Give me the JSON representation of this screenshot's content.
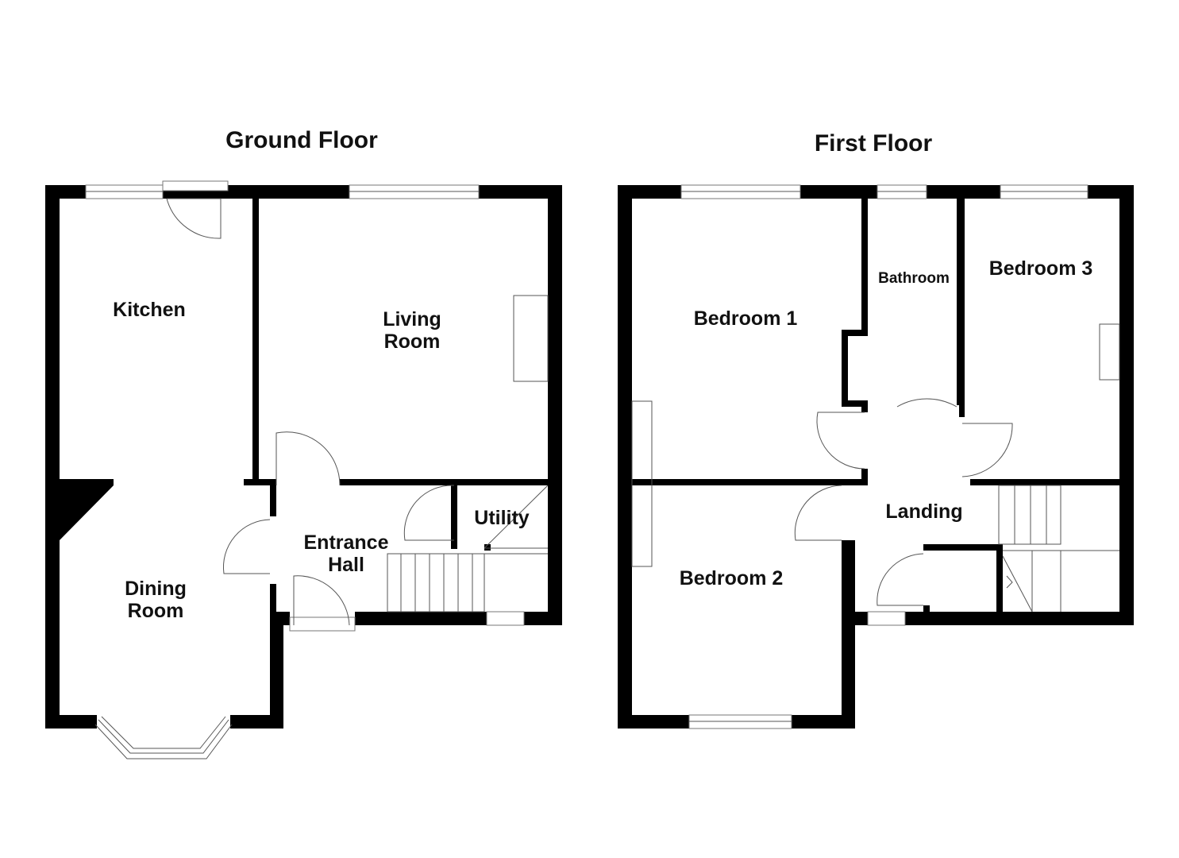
{
  "ground_floor": {
    "title": "Ground Floor",
    "rooms": {
      "kitchen": "Kitchen",
      "living_1": "Living",
      "living_2": "Room",
      "dining_1": "Dining",
      "dining_2": "Room",
      "hall_1": "Entrance",
      "hall_2": "Hall",
      "utility": "Utility"
    }
  },
  "first_floor": {
    "title": "First Floor",
    "rooms": {
      "bedroom1": "Bedroom 1",
      "bedroom2": "Bedroom 2",
      "bedroom3": "Bedroom 3",
      "bathroom": "Bathroom",
      "landing": "Landing"
    }
  }
}
